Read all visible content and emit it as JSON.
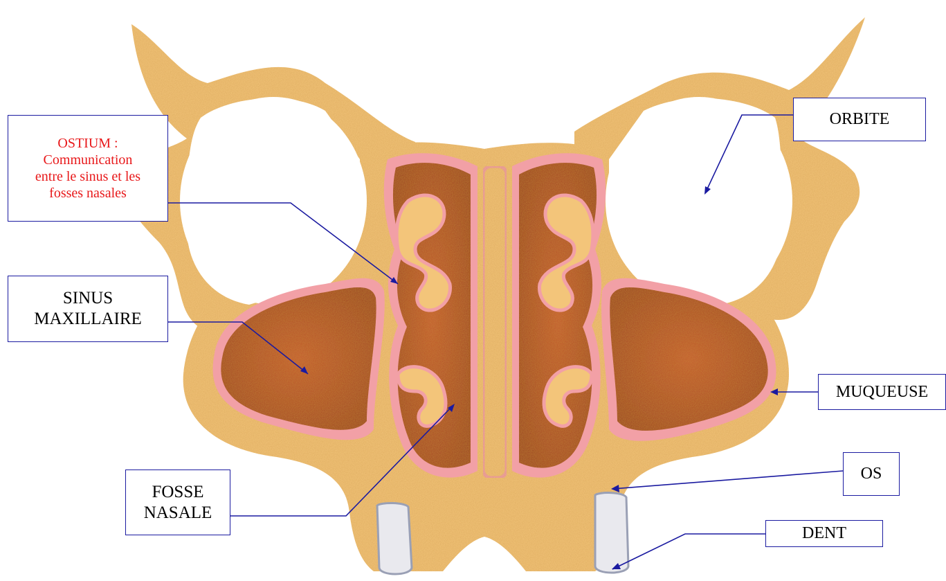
{
  "labels": {
    "ostium_line1": "OSTIUM :",
    "ostium_line2": "Communication",
    "ostium_line3": "entre le sinus et les",
    "ostium_line4": "fosses nasales",
    "sinus_line1": "SINUS",
    "sinus_line2": "MAXILLAIRE",
    "fosse_line1": "FOSSE",
    "fosse_line2": "NASALE",
    "orbite": "ORBITE",
    "muqueuse": "MUQUEUSE",
    "os": "OS",
    "dent": "DENT"
  },
  "colors": {
    "bone": "#f3c57a",
    "bone_dark": "#d99a45",
    "sinus_cavity": "#b1482a",
    "mucosa": "#f2a0a6",
    "leader_line": "#1a1aa0",
    "ostium_text": "#e8181a",
    "tooth": "#e9e9ee"
  }
}
